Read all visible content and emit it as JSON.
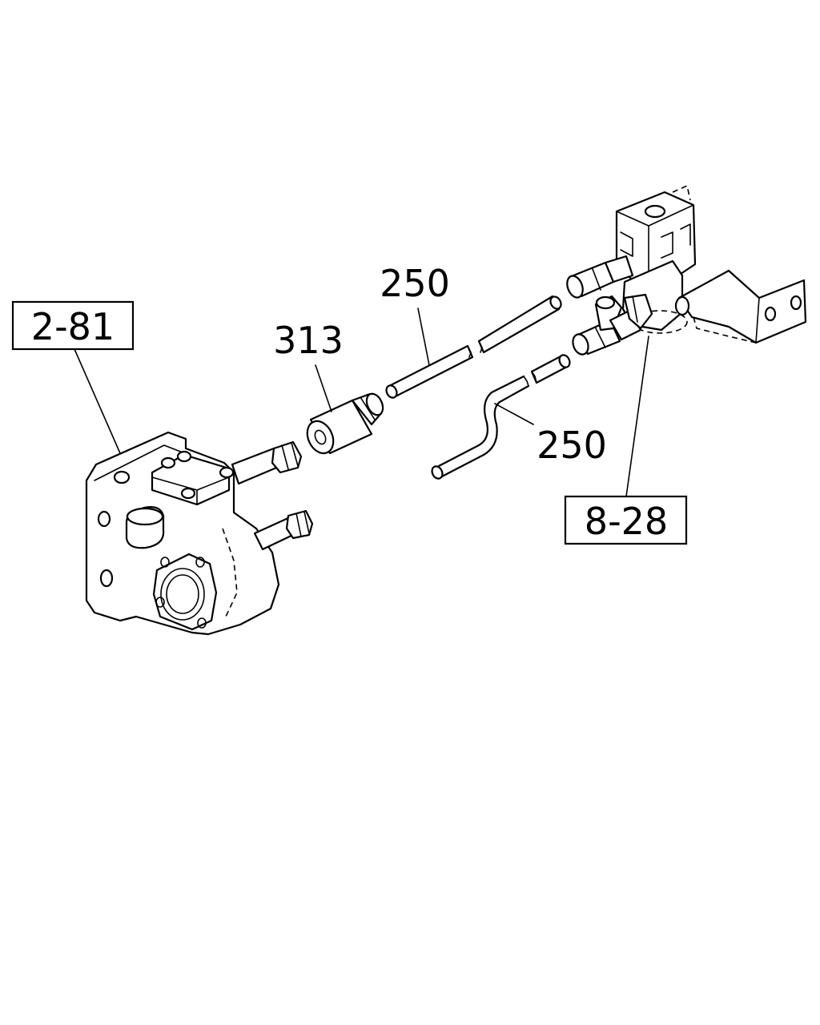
{
  "callouts": {
    "ref_left": "2-81",
    "ref_right": "8-28",
    "part_313": "313",
    "part_250_upper": "250",
    "part_250_lower": "250"
  }
}
